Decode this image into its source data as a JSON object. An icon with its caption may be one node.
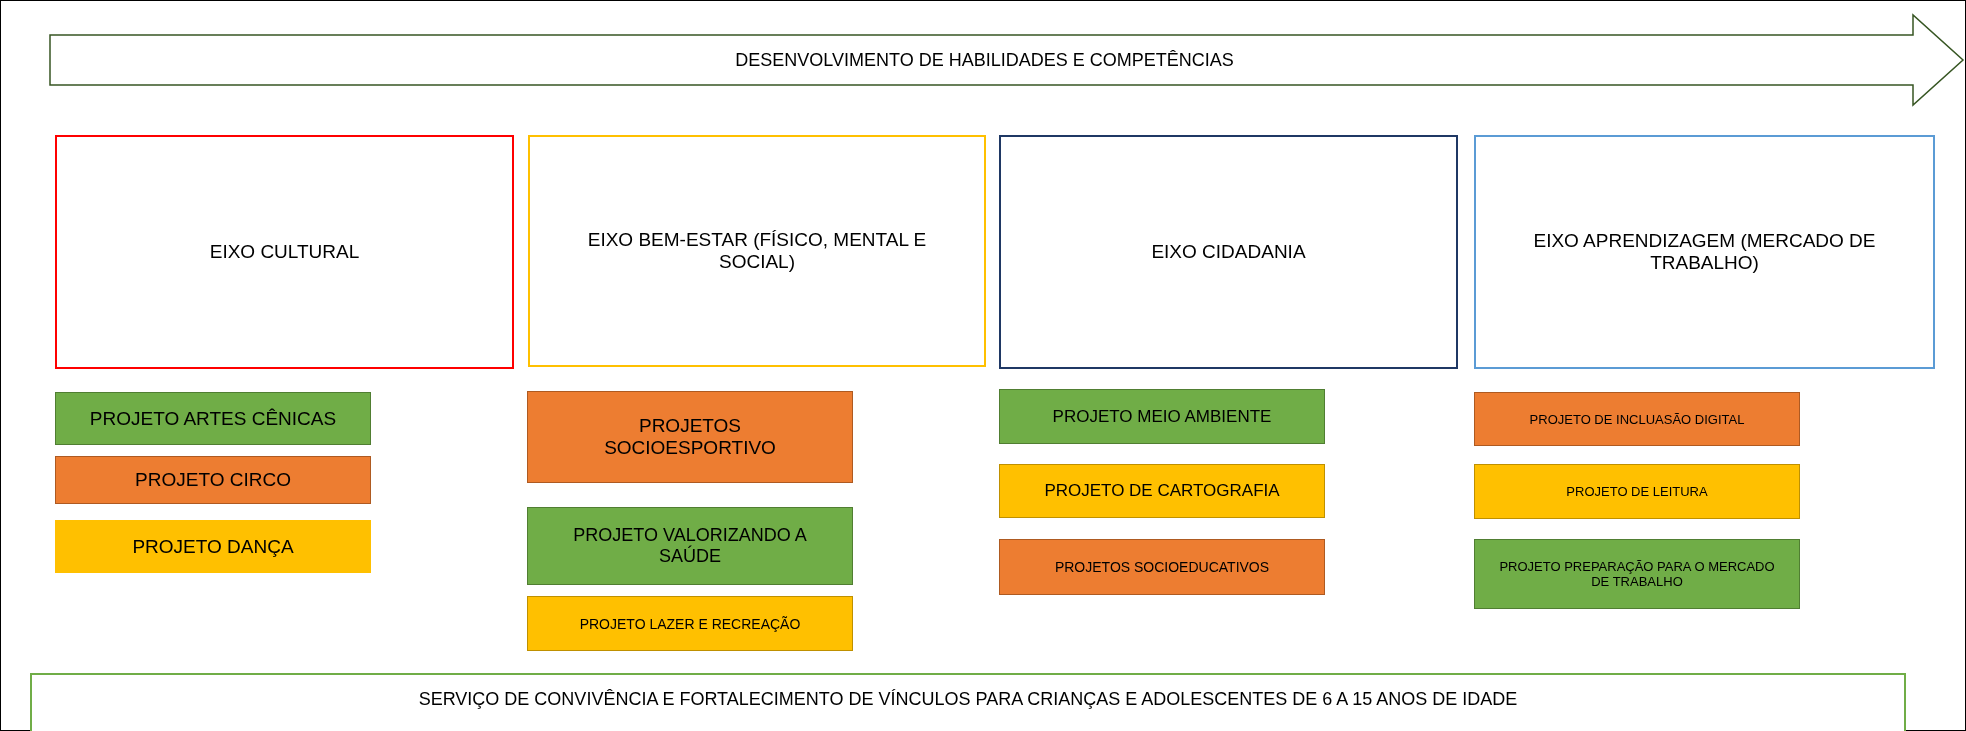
{
  "diagram": {
    "nodes": [
      {
        "text": [
          "DESENVOLVIMENTO DE HABILIDADES E COMPETÊNCIAS"
        ]
      },
      {
        "text": [
          "EIXO CULTURAL"
        ]
      },
      {
        "text": [
          "EIXO BEM-ESTAR (FÍSICO, MENTAL E SOCIAL)"
        ]
      },
      {
        "text": [
          "EIXO CIDADANIA"
        ]
      },
      {
        "text": [
          "EIXO APRENDIZAGEM (MERCADO DE TRABALHO)"
        ]
      },
      {
        "text": [
          "PROJETO ARTES CÊNICAS"
        ]
      },
      {
        "text": [
          "PROJETO CIRCO"
        ]
      },
      {
        "text": [
          "PROJETO DANÇA"
        ]
      },
      {
        "text": [
          "PROJETOS SOCIOESPORTIVO"
        ]
      },
      {
        "text": [
          "PROJETO VALORIZANDO A SAÚDE"
        ]
      },
      {
        "text": [
          "PROJETO LAZER E RECREAÇÃO"
        ]
      },
      {
        "text": [
          "PROJETO MEIO AMBIENTE"
        ]
      },
      {
        "text": [
          "PROJETO DE CARTOGRAFIA"
        ]
      },
      {
        "text": [
          "PROJETOS SOCIOEDUCATIVOS"
        ]
      },
      {
        "text": [
          "PROJETO DE INCLUASÃO DIGITAL"
        ]
      },
      {
        "text": [
          "PROJETO DE LEITURA"
        ]
      },
      {
        "text": [
          "PROJETO PREPARAÇÃO PARA O MERCADO DE TRABALHO"
        ]
      },
      {
        "text": [
          "SERVIÇO DE CONVIVÊNCIA E FORTALECIMENTO DE VÍNCULOS PARA CRIANÇAS E ADOLESCENTES DE 6 A 15 ANOS DE IDADE"
        ]
      }
    ]
  }
}
